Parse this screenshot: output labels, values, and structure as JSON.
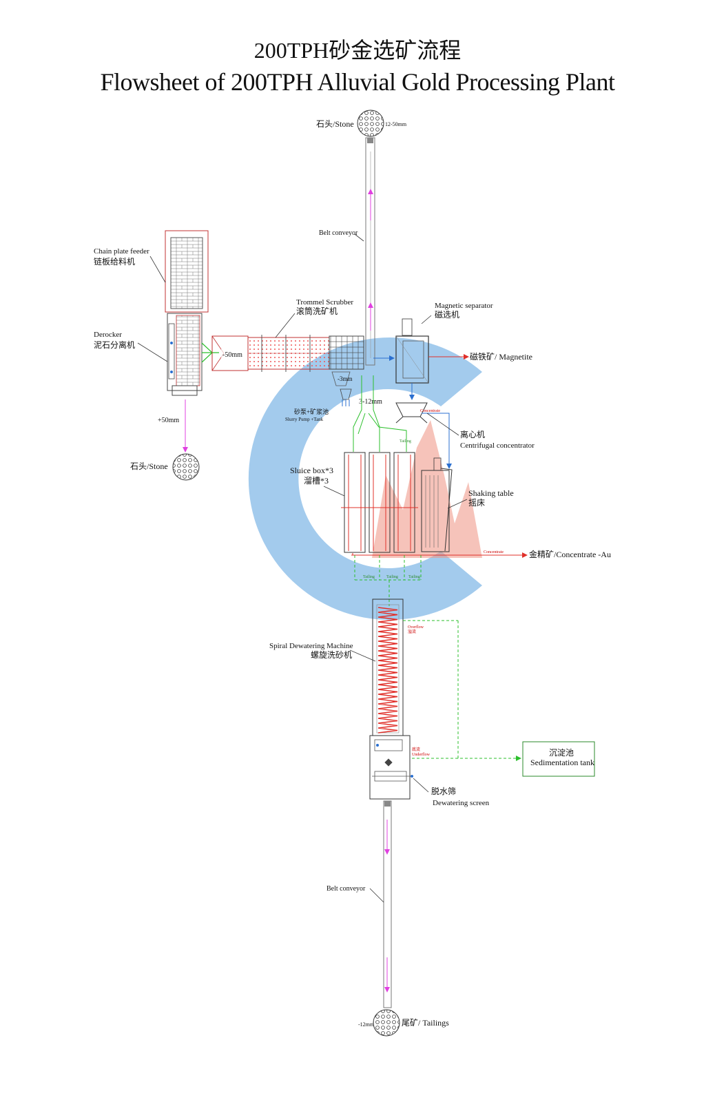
{
  "title": {
    "cn": "200TPH砂金选矿流程",
    "en": "Flowsheet of 200TPH Alluvial Gold Processing Plant"
  },
  "nodes": {
    "stone_top": {
      "label": "石头/Stone",
      "size": "12-50mm"
    },
    "belt_conveyor_top": {
      "label": "Belt conveyor"
    },
    "chain_plate_feeder": {
      "en": "Chain plate feeder",
      "cn": "链板给料机"
    },
    "derocker": {
      "en": "Derocker",
      "cn": "泥石分离机"
    },
    "trommel_scrubber": {
      "en": "Trommel Scrubber",
      "cn": "滚筒洗矿机"
    },
    "minus_50mm": {
      "label": "-50mm"
    },
    "minus_3mm": {
      "label": "-3mm"
    },
    "size_3_12mm": {
      "label": "3-12mm"
    },
    "slurry_pump": {
      "cn": "砂泵+矿浆池",
      "en": "Slurry Pump +Tank"
    },
    "plus_50mm": {
      "label": "+50mm"
    },
    "stone_left": {
      "label": "石头/Stone"
    },
    "magnetic_separator": {
      "en": "Magnetic separator",
      "cn": "磁选机"
    },
    "magnetite": {
      "label": "磁铁矿/ Magnetite"
    },
    "centrifugal_concentrator": {
      "cn": "离心机",
      "en": "Centrifugal concentrator"
    },
    "concentrate_small": {
      "label": "Concentrate"
    },
    "tailing_small": {
      "label": "Tailing"
    },
    "sluice_box": {
      "en": "Sluice box*3",
      "cn": "溜槽*3"
    },
    "shaking_table": {
      "en": "Shaking table",
      "cn": "摇床"
    },
    "concentrate_au": {
      "label": "金精矿/Concentrate -Au"
    },
    "tailing_labels": [
      "Tailing",
      "Tailing",
      "Tailing"
    ],
    "spiral_dewatering": {
      "en": "Spiral Dewatering Machine",
      "cn": "螺旋洗砂机"
    },
    "overflow": {
      "en": "Overflow",
      "cn": "溢流"
    },
    "underflow": {
      "cn": "底流",
      "en": "Underflow"
    },
    "sedimentation_tank": {
      "cn": "沉淀池",
      "en": "Sedimentation tank"
    },
    "dewatering_screen": {
      "cn": "脱水筛",
      "en": "Dewatering screen"
    },
    "belt_conveyor_bottom": {
      "label": "Belt conveyor"
    },
    "tailings": {
      "size": "-12mm",
      "label": "尾矿/ Tailings"
    }
  },
  "colors": {
    "stroke": "#555555",
    "red": "#e0302a",
    "green": "#2bbf2b",
    "blue": "#2a6fd0",
    "magenta": "#e040e0",
    "watermark_blue": "#3a8fd8",
    "watermark_red": "#e03a1a"
  }
}
